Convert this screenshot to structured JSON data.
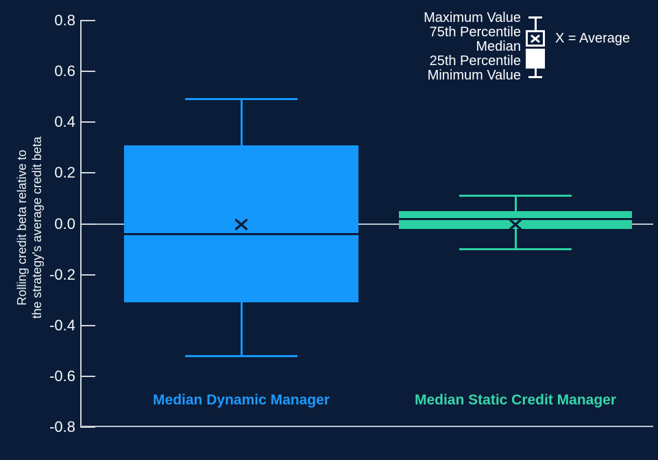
{
  "colors": {
    "background": "#0A1C38",
    "axis": "#D2D7DF",
    "zero_line": "#BDC4CF",
    "marker_x": "#0B1D36",
    "dynamic_blue": "#1697FB",
    "static_green": "#2BD0A2"
  },
  "chart_data": {
    "type": "boxplot",
    "title": "",
    "ylabel_lines": [
      "Rolling credit beta relative to",
      "the strategy's average credit beta"
    ],
    "ylim": [
      -0.8,
      0.8
    ],
    "grid": false,
    "zero_line_value": 0,
    "yticks": [
      {
        "label": "0.8",
        "value": 0.8
      },
      {
        "label": "0.6",
        "value": 0.6
      },
      {
        "label": "0.4",
        "value": 0.4
      },
      {
        "label": "0.2",
        "value": 0.2
      },
      {
        "label": "0.0",
        "value": 0.0
      },
      {
        "label": "-0.2",
        "value": -0.2
      },
      {
        "label": "-0.4",
        "value": -0.4
      },
      {
        "label": "-0.6",
        "value": -0.6
      },
      {
        "label": "-0.8",
        "value": -0.8
      }
    ],
    "series": [
      {
        "name": "Median Dynamic Manager",
        "color": "#1697FB",
        "label_color": "#1E9AFE",
        "maximum": 0.49,
        "p75": 0.31,
        "median": -0.04,
        "p25": -0.31,
        "minimum": -0.52,
        "average": 0.0
      },
      {
        "name": "Median Static Credit Manager",
        "color": "#2BD0A2",
        "label_color": "#38D6AA",
        "maximum": 0.11,
        "p75": 0.05,
        "median": 0.02,
        "p25": -0.02,
        "minimum": -0.1,
        "average": 0.0
      }
    ],
    "legend": {
      "items": [
        "Maximum Value",
        "75th Percentile",
        "Median",
        "25th Percentile",
        "Minimum Value"
      ],
      "average_note": "X = Average"
    }
  }
}
